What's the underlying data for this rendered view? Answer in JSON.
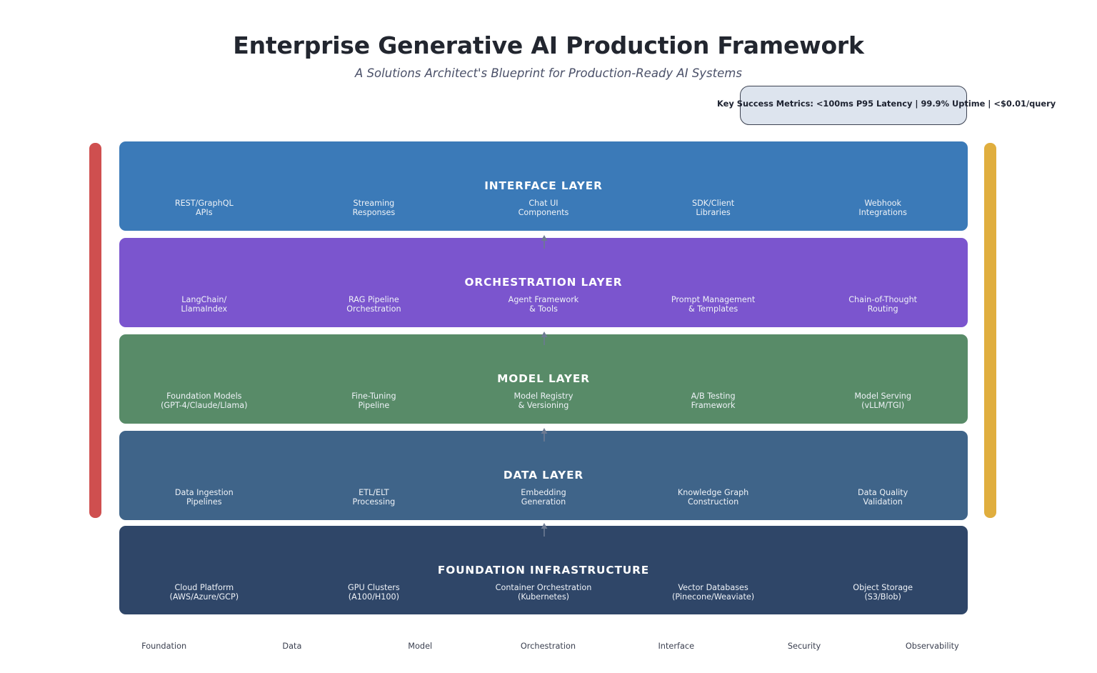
{
  "header": {
    "title": "Enterprise Generative AI Production Framework",
    "subtitle": "A Solutions Architect's Blueprint for Production-Ready AI Systems"
  },
  "metrics": {
    "text": "Key Success Metrics: <100ms P95 Latency | 99.9% Uptime | <$0.01/query",
    "box_fill": "#dde4ee",
    "box_border": "#3c4251"
  },
  "rails": [
    {
      "name": "Security",
      "color": "#cf4f4f",
      "side": "left"
    },
    {
      "name": "Observability",
      "color": "#e0ae3e",
      "side": "right"
    }
  ],
  "layers": [
    {
      "title": "INTERFACE LAYER",
      "color": "#3b7ab8",
      "components": [
        "REST/GraphQL\nAPIs",
        "Streaming\nResponses",
        "Chat UI\nComponents",
        "SDK/Client\nLibraries",
        "Webhook\nIntegrations"
      ]
    },
    {
      "title": "ORCHESTRATION LAYER",
      "color": "#7b55ce",
      "components": [
        "LangChain/\nLlamaIndex",
        "RAG Pipeline\nOrchestration",
        "Agent Framework\n& Tools",
        "Prompt Management\n& Templates",
        "Chain-of-Thought\nRouting"
      ]
    },
    {
      "title": "MODEL LAYER",
      "color": "#588b68",
      "components": [
        "Foundation Models\n(GPT-4/Claude/Llama)",
        "Fine-Tuning\nPipeline",
        "Model Registry\n& Versioning",
        "A/B Testing\nFramework",
        "Model Serving\n(vLLM/TGI)"
      ]
    },
    {
      "title": "DATA LAYER",
      "color": "#3f6489",
      "components": [
        "Data Ingestion\nPipelines",
        "ETL/ELT\nProcessing",
        "Embedding\nGeneration",
        "Knowledge Graph\nConstruction",
        "Data Quality\nValidation"
      ]
    },
    {
      "title": "FOUNDATION INFRASTRUCTURE",
      "color": "#2f4668",
      "components": [
        "Cloud Platform\n(AWS/Azure/GCP)",
        "GPU Clusters\n(A100/H100)",
        "Container Orchestration\n(Kubernetes)",
        "Vector Databases\n(Pinecone/Weaviate)",
        "Object Storage\n(S3/Blob)"
      ]
    }
  ],
  "arrows": {
    "color": "#6d7a92",
    "direction": "up",
    "count": 4
  },
  "legend": [
    "Foundation",
    "Data",
    "Model",
    "Orchestration",
    "Interface",
    "Security",
    "Observability"
  ]
}
